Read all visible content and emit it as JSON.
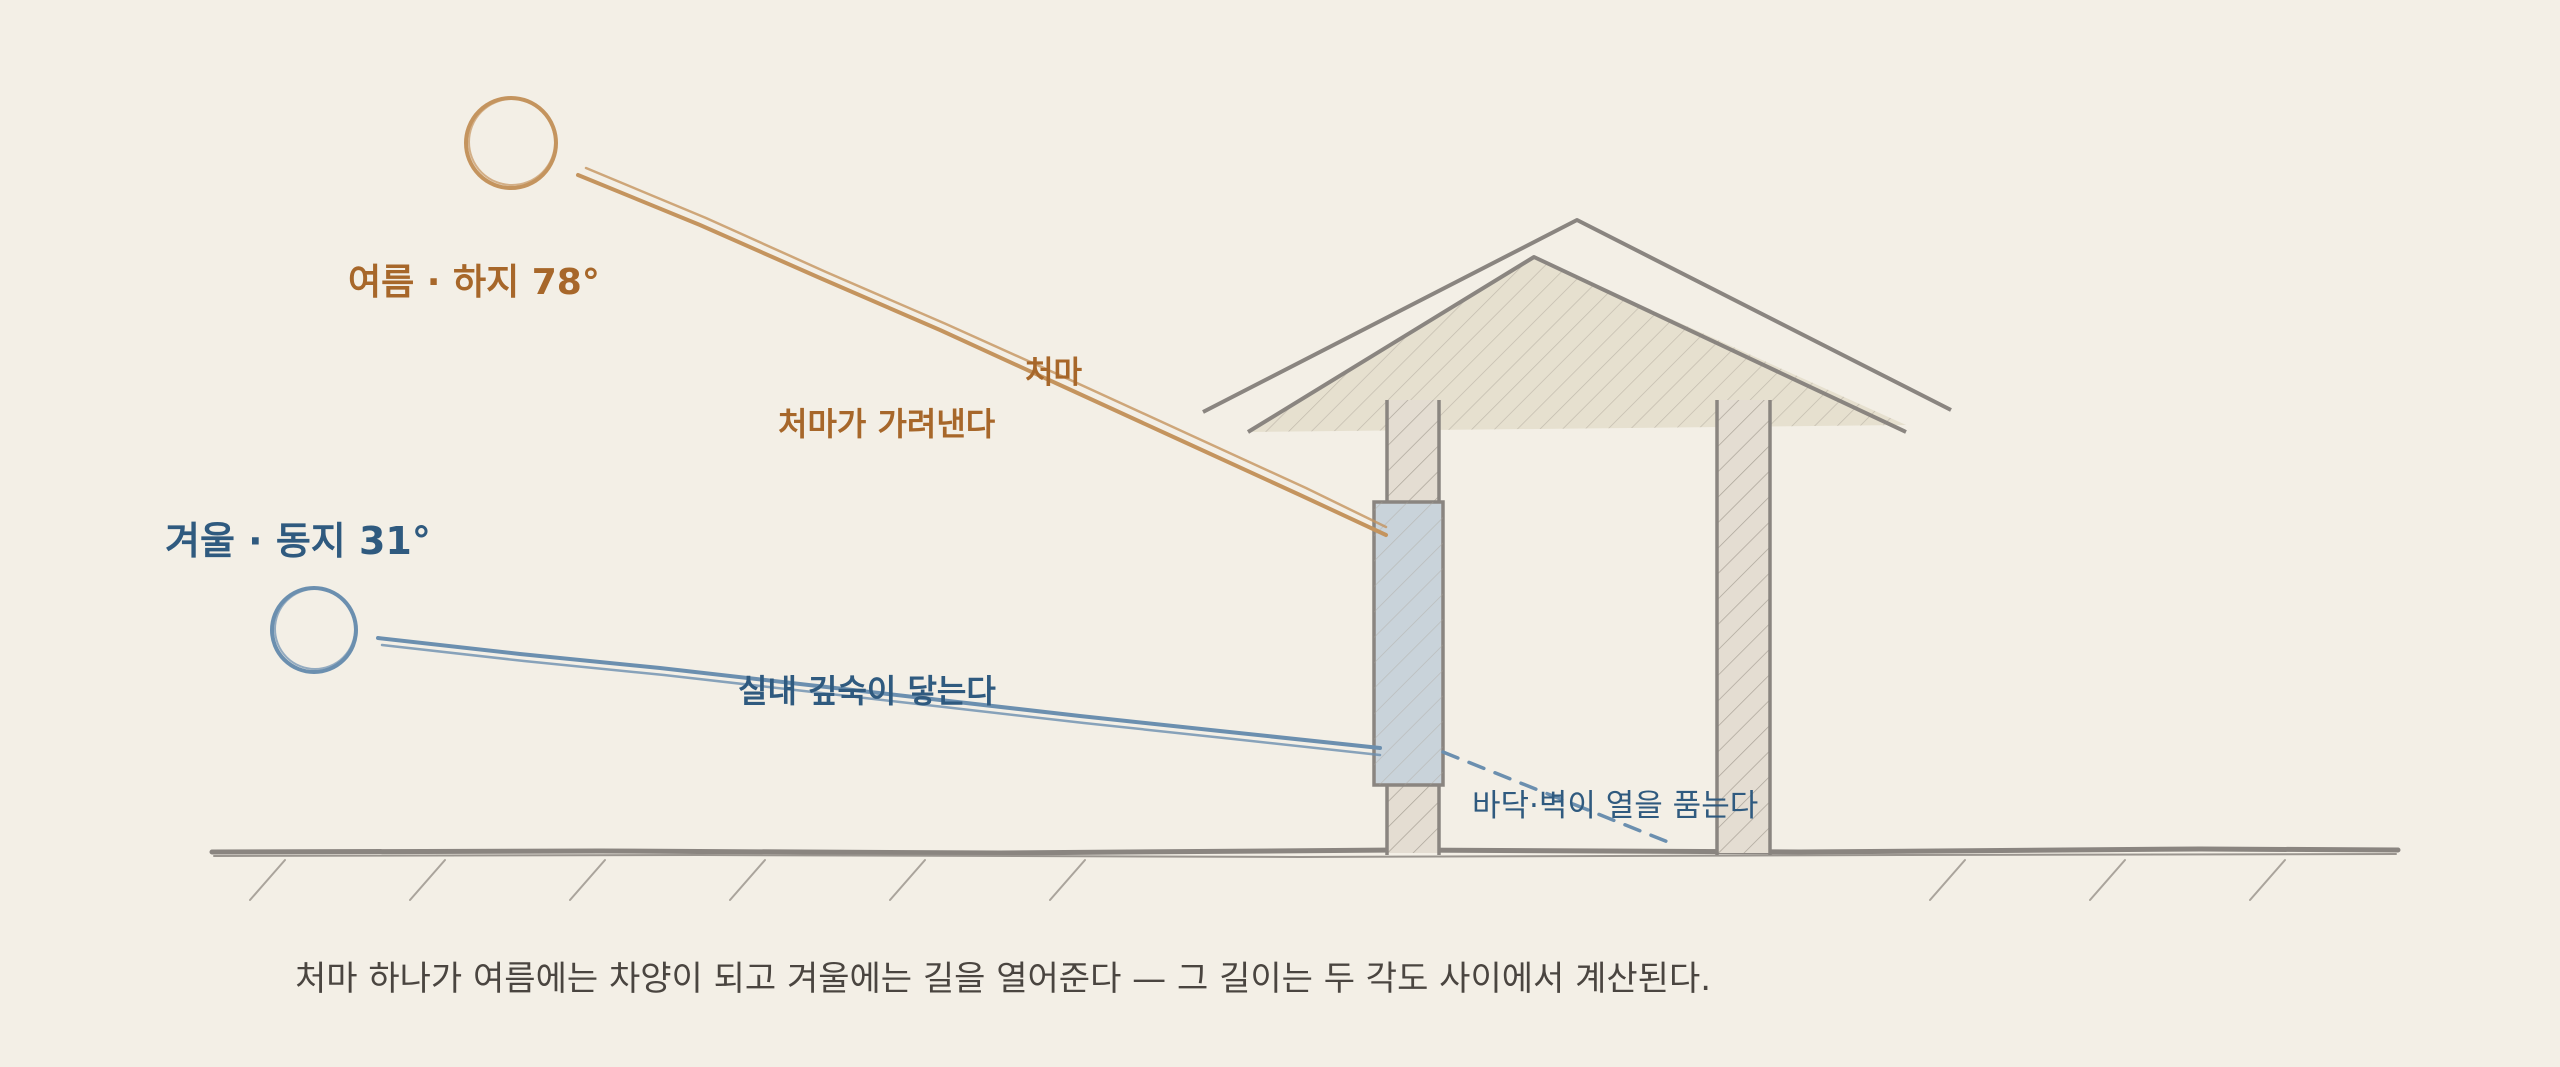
{
  "colors": {
    "background": "#f3efe6",
    "summer": "#a7672a",
    "summer_line": "#c4945e",
    "winter": "#2f5a7f",
    "winter_line": "#6b8faf",
    "house_line": "#8a8580",
    "window_fill": "#c9d3da",
    "roof_fill": "#e6e0cf",
    "caption": "#4a4540"
  },
  "diagram": {
    "summer": {
      "label": "여름 · 하지 78°",
      "eave_label": "처마",
      "note": "처마가 가려낸다"
    },
    "winter": {
      "label": "겨울 · 동지 31°",
      "note": "실내 깊숙이 닿는다",
      "floor_note": "바닥·벽이 열을 품는다"
    },
    "caption": "처마 하나가 여름에는 차양이 되고 겨울에는 길을 열어준다 — 그 길이는 두 각도 사이에서 계산된다."
  }
}
